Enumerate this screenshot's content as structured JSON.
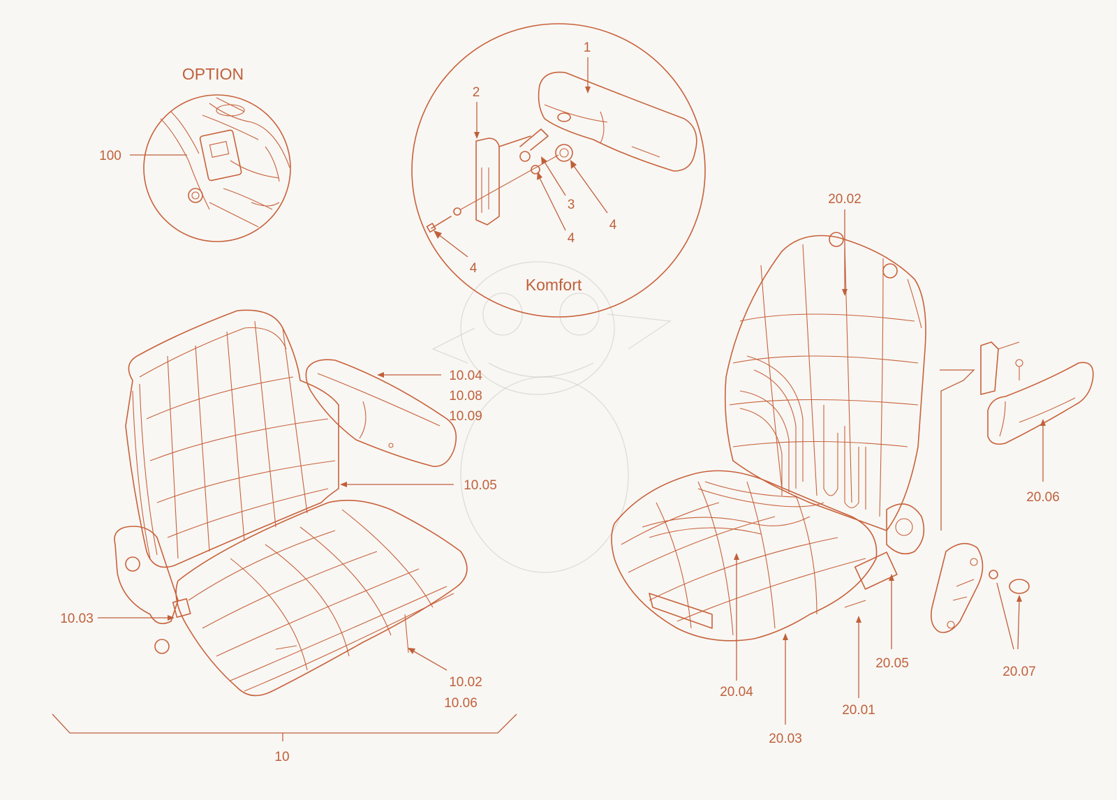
{
  "colors": {
    "line": "#c8613a",
    "text": "#c0603a",
    "background": "#f8f7f4"
  },
  "headings": {
    "option": "OPTION",
    "komfort": "Komfort"
  },
  "labels": {
    "l100": "100",
    "l1": "1",
    "l2": "2",
    "l3": "3",
    "l4a": "4",
    "l4b": "4",
    "l4c": "4",
    "l10_04": "10.04",
    "l10_08": "10.08",
    "l10_09": "10.09",
    "l10_05": "10.05",
    "l10_03": "10.03",
    "l10_02": "10.02",
    "l10_06": "10.06",
    "l10": "10",
    "l20_02": "20.02",
    "l20_06": "20.06",
    "l20_07": "20.07",
    "l20_05": "20.05",
    "l20_04": "20.04",
    "l20_01": "20.01",
    "l20_03": "20.03"
  }
}
